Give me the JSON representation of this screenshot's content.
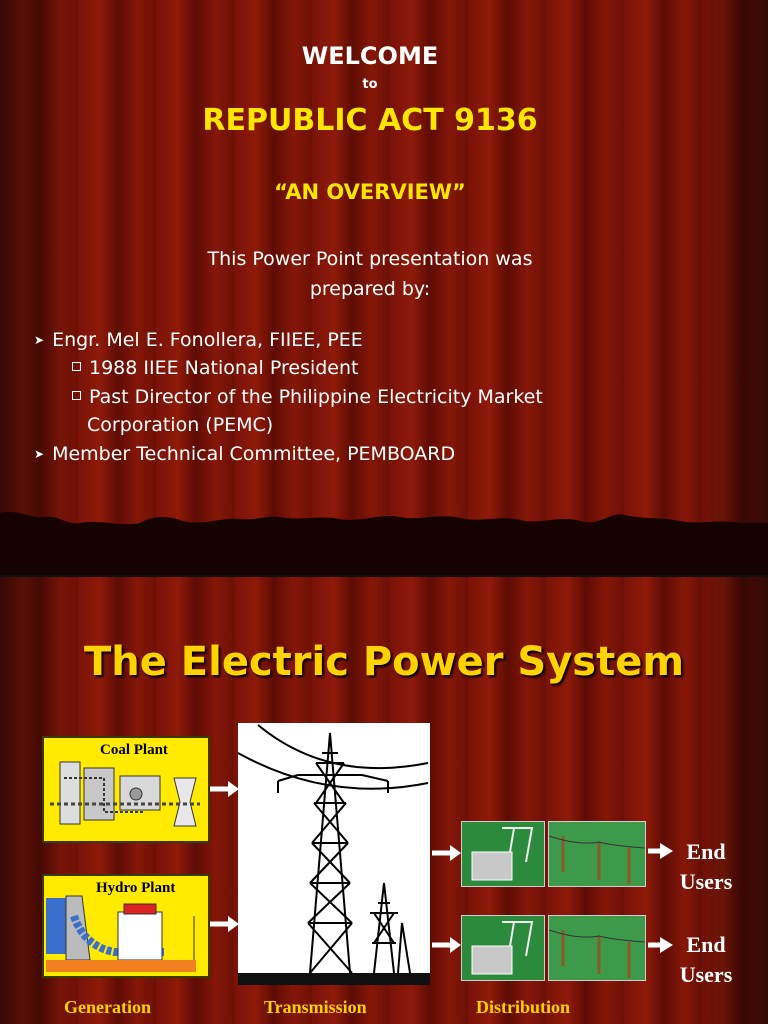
{
  "slide1": {
    "welcome": "WELCOME",
    "to": "to",
    "act": "REPUBLIC ACT 9136",
    "overview": "“AN OVERVIEW”",
    "intro_line1": "This Power Point presentation was",
    "intro_line2": "prepared by:",
    "bullets": [
      "Engr. Mel E. Fonollera, FIIEE, PEE",
      "1988 IIEE National President",
      "Past  Director of the Philippine Electricity Market",
      "Corporation (PEMC)",
      "Member Technical Committee, PEMBOARD"
    ]
  },
  "slide2": {
    "title": "The Electric Power System",
    "coal_plant": "Coal Plant",
    "hydro_plant": "Hydro Plant",
    "end_users_1": [
      "End",
      "Users"
    ],
    "end_users_2": [
      "End",
      "Users"
    ],
    "captions": [
      "Generation",
      "Transmission",
      "Distribution"
    ]
  }
}
